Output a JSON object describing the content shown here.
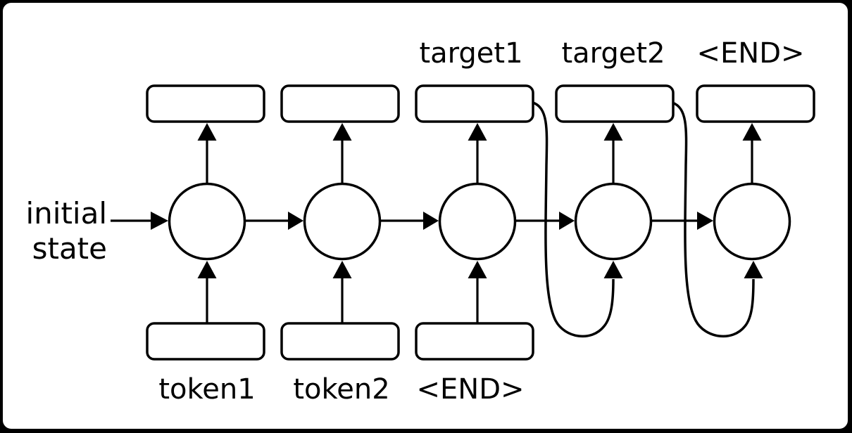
{
  "diagram": {
    "kind": "sequence-to-sequence RNN unrolled diagram",
    "labels": {
      "initial_state": [
        "initial",
        "state"
      ],
      "input_tokens": [
        "token1",
        "token2",
        "<END>"
      ],
      "output_tokens": [
        "target1",
        "target2",
        "<END>"
      ]
    },
    "structure": {
      "cell_count": 5,
      "cell_shape": "circle",
      "output_box_count": 5,
      "input_box_count": 3,
      "input_box_cells": [
        1,
        2,
        3
      ],
      "output_label_cells": [
        3,
        4,
        5
      ],
      "feedback_connections": [
        {
          "from_output_box": 3,
          "to_cell_input": 4
        },
        {
          "from_output_box": 4,
          "to_cell_input": 5
        }
      ]
    },
    "colors": {
      "line": "#000000",
      "background": "#ffffff",
      "frame_border": "#000000"
    }
  }
}
